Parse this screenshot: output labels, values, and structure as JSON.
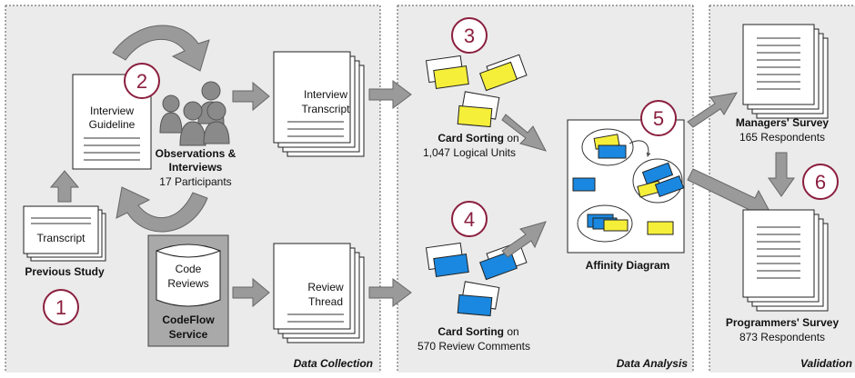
{
  "sections": {
    "collection": "Data Collection",
    "analysis": "Data Analysis",
    "validation": "Validation"
  },
  "steps": [
    "1",
    "2",
    "3",
    "4",
    "5",
    "6"
  ],
  "docs": {
    "transcript": "Transcript",
    "guideline_line1": "Interview",
    "guideline_line2": "Guideline",
    "interview_transcript_line1": "Interview",
    "interview_transcript_line2": "Transcript",
    "review_thread_line1": "Review",
    "review_thread_line2": "Thread"
  },
  "labels": {
    "previous_study": "Previous Study",
    "observations_line1": "Observations &",
    "observations_line2": "Interviews",
    "participants": "17 Participants",
    "code_reviews_line1": "Code",
    "code_reviews_line2": "Reviews",
    "codeflow_line1": "CodeFlow",
    "codeflow_line2": "Service",
    "card_sorting_bold": "Card Sorting",
    "card_sorting_on": " on",
    "logical_units": "1,047 Logical Units",
    "review_comments": "570 Review Comments",
    "affinity": "Affinity Diagram",
    "managers_survey": "Managers' Survey",
    "managers_respondents": "165 Respondents",
    "programmers_survey": "Programmers' Survey",
    "programmers_respondents": "873 Respondents"
  },
  "colors": {
    "panel": "#ebebeb",
    "step_ring": "#8b1f3f",
    "yellow_card": "#f5ef3a",
    "blue_card": "#1a88e0",
    "arrow": "#9a9a9a",
    "person": "#8a8a8a",
    "codeflow_box": "#a9a9a9"
  }
}
